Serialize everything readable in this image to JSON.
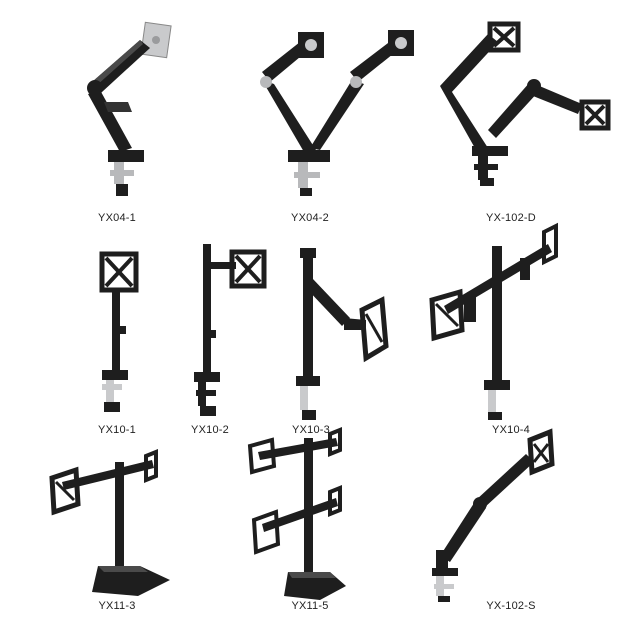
{
  "colors": {
    "background": "#ffffff",
    "arm": "#1e1e1e",
    "arm_highlight": "#4a4a4a",
    "plate_silver": "#c9cacc",
    "clamp_silver": "#b8b9bb",
    "label": "#222222"
  },
  "products": [
    {
      "label": "YX04-1"
    },
    {
      "label": "YX04-2"
    },
    {
      "label": "YX-102-D"
    },
    {
      "label": "YX10-1"
    },
    {
      "label": "YX10-2"
    },
    {
      "label": "YX10-3"
    },
    {
      "label": "YX10-4"
    },
    {
      "label": "YX11-3"
    },
    {
      "label": "YX11-5"
    },
    {
      "label": "YX-102-S"
    }
  ]
}
